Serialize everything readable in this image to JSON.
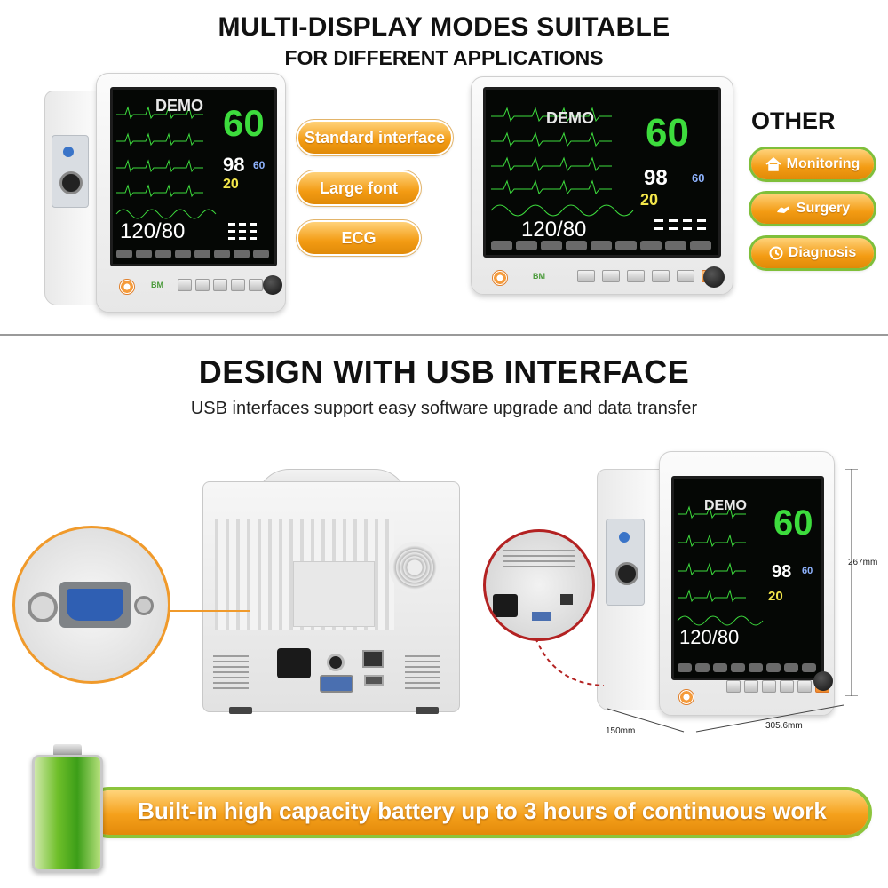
{
  "headings": {
    "title_1": "MULTI-DISPLAY MODES SUITABLE",
    "title_2": "FOR DIFFERENT APPLICATIONS",
    "title_3": "DESIGN WITH USB INTERFACE",
    "subtitle_3": "USB interfaces support easy software upgrade and data transfer"
  },
  "monitor_screen": {
    "demo_label": "DEMO",
    "heart_rate": "60",
    "spo2": "98",
    "pulse": "60",
    "resp": "20",
    "blood_pressure": "120/80"
  },
  "display_modes": [
    "Standard interface",
    "Large font",
    "ECG"
  ],
  "other": {
    "heading": "OTHER",
    "items": [
      {
        "label": "Monitoring",
        "icon": "house-icon"
      },
      {
        "label": "Surgery",
        "icon": "hand-icon"
      },
      {
        "label": "Diagnosis",
        "icon": "clock-icon"
      }
    ]
  },
  "dimensions": {
    "height": "267mm",
    "width": "305.6mm",
    "depth": "150mm"
  },
  "battery": {
    "text": "Built-in high capacity battery up to 3 hours of continuous work"
  },
  "colors": {
    "accent_orange": "#f39b13",
    "accent_green": "#8cc43c",
    "screen_green": "#3ddc3d"
  }
}
